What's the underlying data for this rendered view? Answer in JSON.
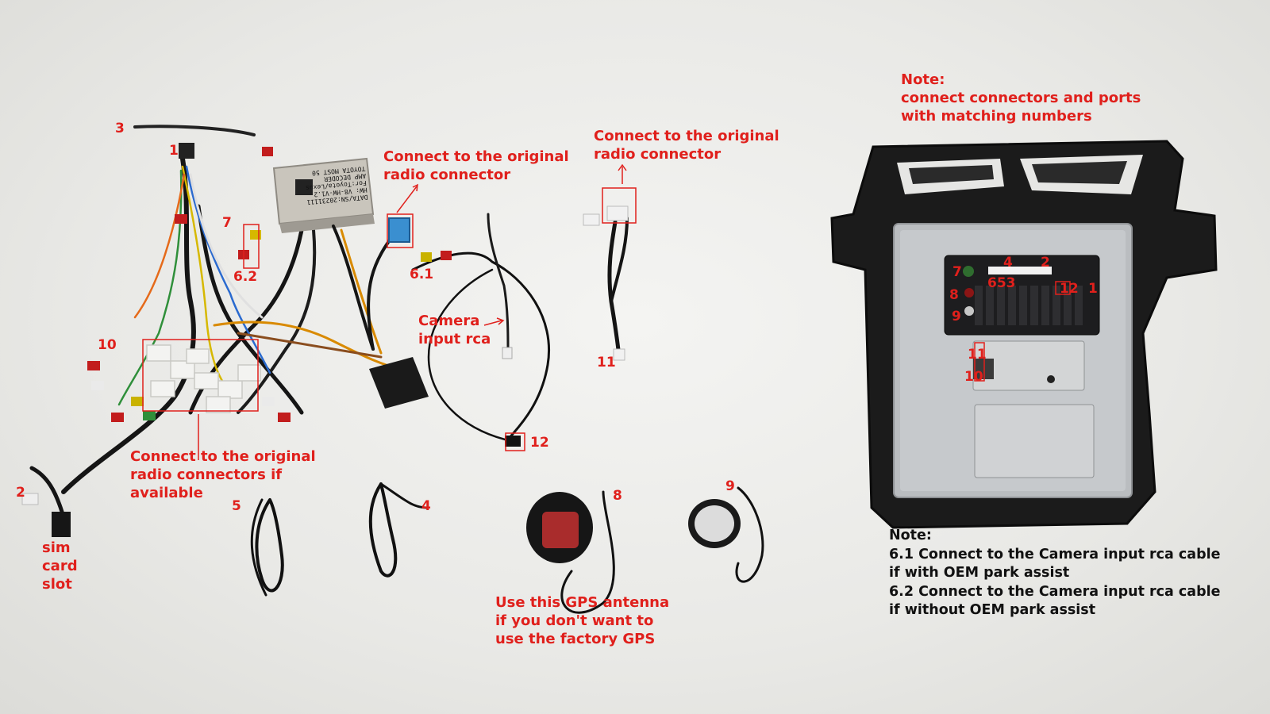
{
  "scene": {
    "decoder_box_text": [
      "TOYOTA MOST 50",
      "AMP DECODER",
      "For:Toyota/Lexus",
      "HW: V8-HW-V1.2",
      "DATA/SN:20231111"
    ]
  },
  "labels": {
    "connect_original_radio_center": [
      "Connect to the original",
      "radio connector"
    ],
    "connect_original_radio_right": [
      "Connect to the original",
      "radio connector"
    ],
    "camera_input": [
      "Camera",
      "input rca"
    ],
    "connect_original_connectors": [
      "Connect to the original",
      "radio connectors if",
      "available"
    ],
    "sim_card_slot": [
      "sim",
      "card",
      "slot"
    ],
    "gps_note": [
      "Use this GPS antenna",
      "if you don't want to",
      "use the factory GPS"
    ]
  },
  "notes": {
    "top": [
      "Note:",
      "connect connectors and ports",
      "with matching numbers"
    ],
    "bottom": [
      "Note:",
      "6.1 Connect to the Camera input rca cable",
      "if with OEM park assist",
      "6.2 Connect to the Camera input rca cable",
      "if without OEM park assist"
    ]
  },
  "numbers": {
    "n3": "3",
    "n1_harness": "1",
    "n7_harness": "7",
    "n6_2": "6.2",
    "n6_1": "6.1",
    "n10_harness": "10",
    "n2_sim": "2",
    "n5": "5",
    "n4": "4",
    "n8": "8",
    "n9": "9",
    "n12": "12",
    "n11": "11",
    "p7": "7",
    "p4": "4",
    "p2": "2",
    "p653": "653",
    "p8": "8",
    "p12": "12",
    "p1": "1",
    "p9": "9",
    "p11": "11",
    "p10": "10"
  },
  "colors": {
    "annotation": "#e0201c",
    "note_text": "#111111",
    "background": "#ececea",
    "frame": "#1a1a1a",
    "chassis": "#b9bcbe"
  }
}
